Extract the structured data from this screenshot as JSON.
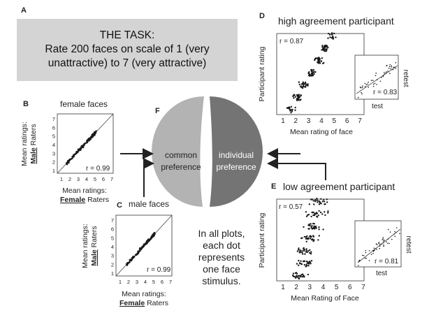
{
  "panels": {
    "a": {
      "label": "A",
      "title": "THE TASK:",
      "line1": "Rate 200 faces on scale of 1 (very",
      "line2": "unattractive) to 7 (very attractive)"
    },
    "b": {
      "label": "B",
      "title": "female faces",
      "ylabel_line1": "Mean ratings:",
      "ylabel_bold": "Male",
      "ylabel_rest": " Raters",
      "xlabel_line1": "Mean ratings:",
      "xlabel_bold": "Female",
      "xlabel_rest": " Raters",
      "r_text": "r = 0.99",
      "ticks": [
        "1",
        "2",
        "3",
        "4",
        "5",
        "6",
        "7"
      ]
    },
    "c": {
      "label": "C",
      "title": "male faces",
      "ylabel_line1": "Mean ratings:",
      "ylabel_bold": "Male",
      "ylabel_rest": " Raters",
      "xlabel_line1": "Mean ratings:",
      "xlabel_bold": "Female",
      "xlabel_rest": " Raters",
      "r_text": "r = 0.99",
      "ticks": [
        "1",
        "2",
        "3",
        "4",
        "5",
        "6",
        "7"
      ]
    },
    "d": {
      "label": "D",
      "title": "high agreement participant",
      "ylabel": "Participant rating",
      "xlabel": "Mean rating of face",
      "r_text": "r = 0.87",
      "ticks": [
        "1",
        "2",
        "3",
        "4",
        "5",
        "6",
        "7"
      ],
      "inset": {
        "xlabel": "test",
        "ylabel": "retest",
        "r_text": "r = 0.83"
      }
    },
    "e": {
      "label": "E",
      "title": "low agreement participant",
      "ylabel": "Participant rating",
      "xlabel": "Mean Rating of Face",
      "r_text": "r = 0.57",
      "ticks": [
        "1",
        "2",
        "3",
        "4",
        "5",
        "6",
        "7"
      ],
      "inset": {
        "xlabel": "test",
        "ylabel": "retest",
        "r_text": "r = 0.81"
      }
    },
    "f": {
      "label": "F",
      "left_line1": "common",
      "left_line2": "preference",
      "right_line1": "individual",
      "right_line2": "preference",
      "left_color": "#b3b3b3",
      "right_color": "#747474"
    }
  },
  "note": {
    "line1": "In all plots,",
    "line2": "each dot",
    "line3": "represents",
    "line4": "one face",
    "line5": "stimulus."
  }
}
